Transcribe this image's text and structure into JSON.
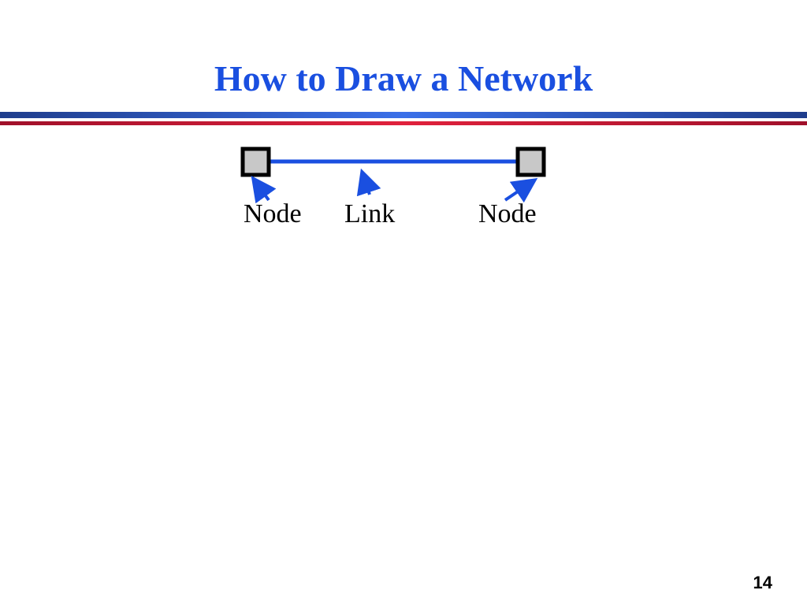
{
  "slide": {
    "title": "How to Draw a Network",
    "page_number": "14"
  },
  "colors": {
    "title": "#1a4fe0",
    "link_line": "#1a4fe0",
    "arrows": "#1a4fe0",
    "node_fill": "#c8c8c8",
    "node_border": "#000000",
    "bar_top": "#1f3d8c",
    "bar_blue": "#3a6fe8",
    "bar_red": "#e0213c",
    "bar_dark_red": "#a0102a"
  },
  "diagram": {
    "labels": {
      "left_node": "Node",
      "link": "Link",
      "right_node": "Node"
    }
  }
}
